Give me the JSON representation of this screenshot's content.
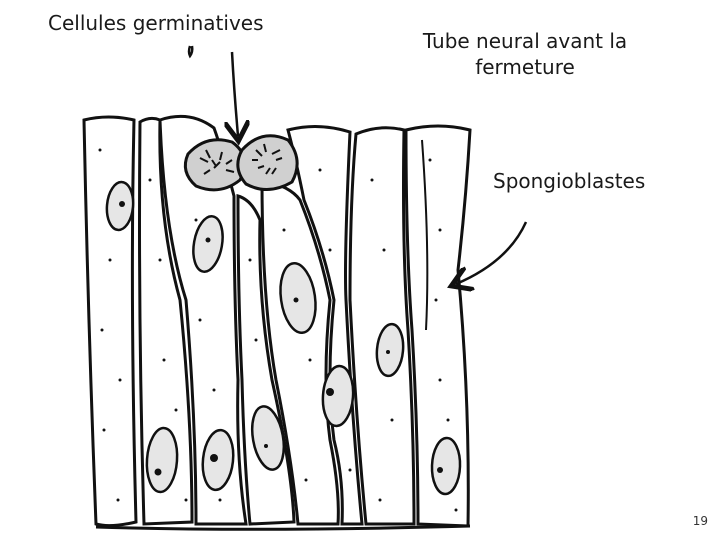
{
  "labels": {
    "germinal_cells": "Cellules germinatives",
    "neural_tube": "Tube neural avant la fermeture",
    "spongioblasts": "Spongioblastes"
  },
  "page_number": "19",
  "colors": {
    "stroke": "#111111",
    "cell_fill": "#ffffff",
    "germinal_fill": "#d0d0d0",
    "nucleus_fill": "#e6e6e6"
  }
}
